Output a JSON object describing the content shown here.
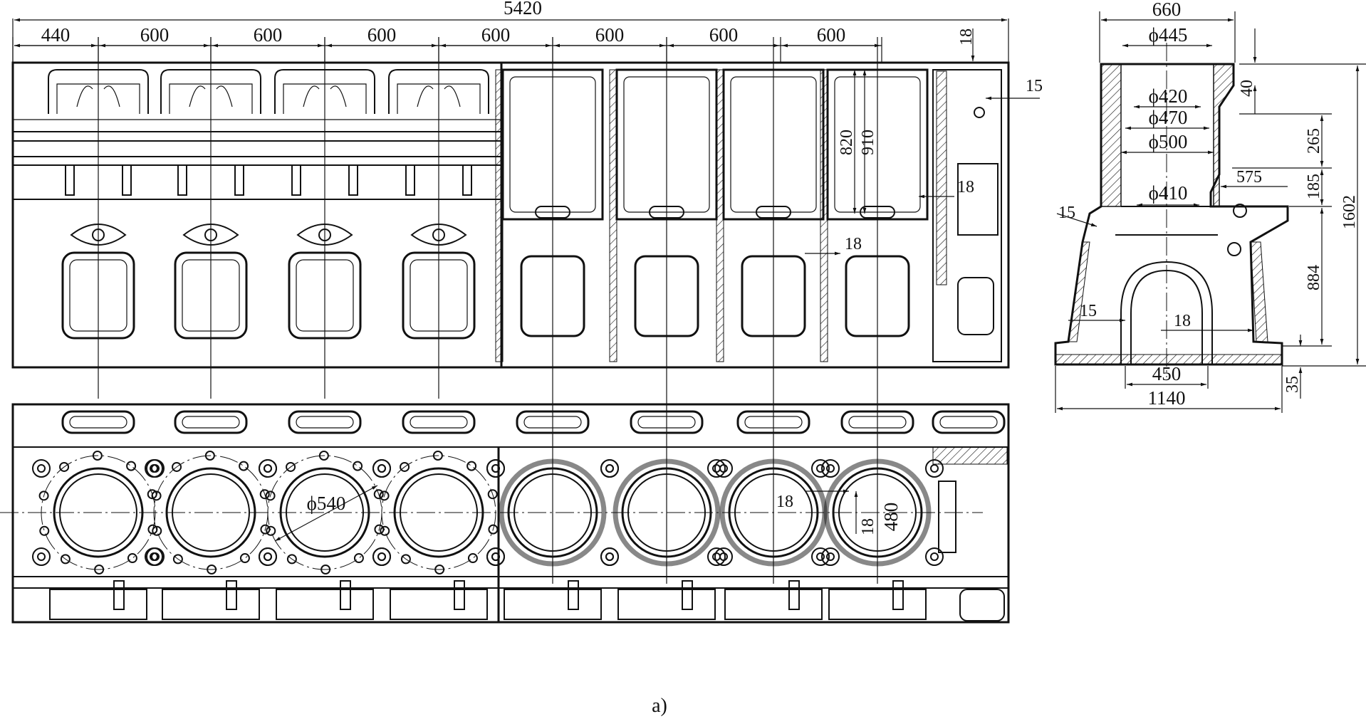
{
  "caption": "a)",
  "front_view": {
    "overall_length": "5420",
    "spacings": [
      "440",
      "600",
      "600",
      "600",
      "600",
      "600",
      "600",
      "600"
    ],
    "right_top": "18",
    "right_side": "15",
    "height_a": "820",
    "height_b": "910",
    "wall_a": "18",
    "wall_b": "18"
  },
  "plan_view": {
    "bore_circle": "ϕ540",
    "wall": "18",
    "liner_gap": "18",
    "cyl_pitch": "480"
  },
  "section_view": {
    "top_width": "660",
    "d_top": "ϕ445",
    "d_a": "ϕ420",
    "d_b": "ϕ470",
    "d_c": "ϕ500",
    "d_low": "ϕ410",
    "h_top": "40",
    "h_a": "265",
    "h_b": "185",
    "h_c": "884",
    "h_total": "1602",
    "h_base": "35",
    "w_step": "575",
    "wall_left": "15",
    "wall_left2": "15",
    "wall_right": "18",
    "w_inner": "450",
    "w_base": "1140"
  }
}
